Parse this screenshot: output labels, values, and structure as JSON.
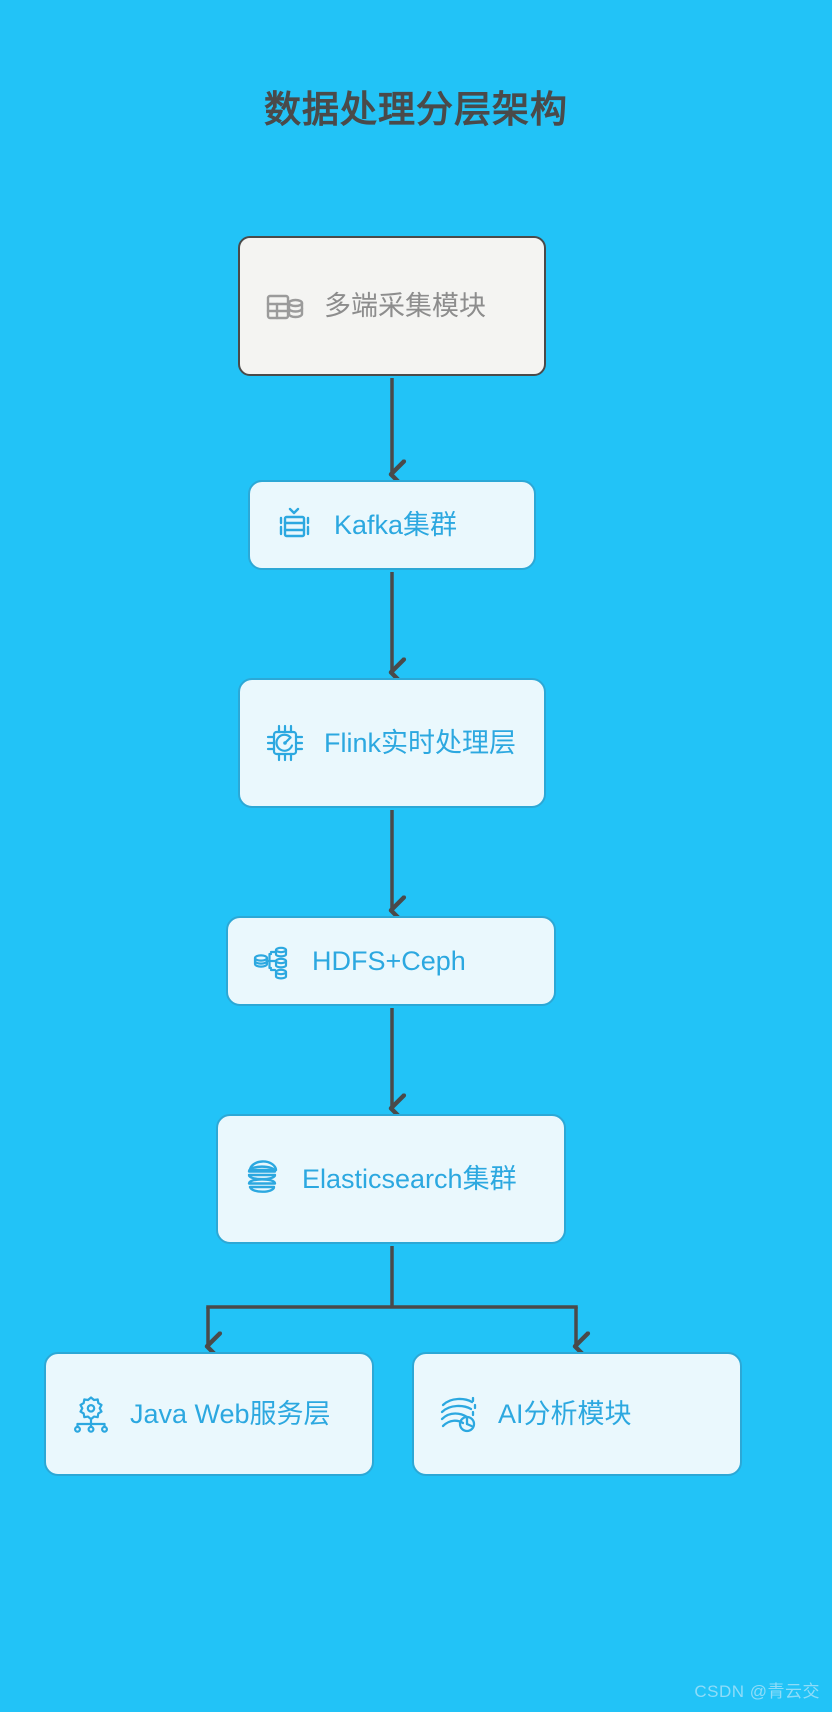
{
  "page": {
    "title": "数据处理分层架构",
    "background_color": "#22c3f7",
    "watermark": "CSDN @青云交"
  },
  "theme": {
    "node_fill": "#eaf8fd",
    "node_border": "#2ca8d6",
    "node_text": "#2ca8e0",
    "source_fill": "#f4f4f2",
    "source_border": "#4a4a4a",
    "source_text": "#8d8d8d",
    "connector": "#4a4a4a",
    "title_color": "#4a4a4a"
  },
  "diagram": {
    "type": "flowchart",
    "direction": "top-to-bottom",
    "nodes": [
      {
        "id": "collect",
        "label": "多端采集模块",
        "icon": "database-table-icon",
        "style": "source"
      },
      {
        "id": "kafka",
        "label": "Kafka集群",
        "icon": "message-queue-icon",
        "style": "default"
      },
      {
        "id": "flink",
        "label": "Flink实时处理层",
        "icon": "cpu-chip-icon",
        "style": "default"
      },
      {
        "id": "storage",
        "label": "HDFS+Ceph",
        "icon": "distributed-storage-icon",
        "style": "default"
      },
      {
        "id": "search",
        "label": "Elasticsearch集群",
        "icon": "layers-stack-icon",
        "style": "default"
      },
      {
        "id": "web",
        "label": "Java Web服务层",
        "icon": "service-gear-icon",
        "style": "default"
      },
      {
        "id": "ai",
        "label": "AI分析模块",
        "icon": "ai-analytics-icon",
        "style": "default"
      }
    ],
    "edges": [
      {
        "from": "collect",
        "to": "kafka",
        "kind": "straight-arrow"
      },
      {
        "from": "kafka",
        "to": "flink",
        "kind": "straight-arrow"
      },
      {
        "from": "flink",
        "to": "storage",
        "kind": "straight-arrow"
      },
      {
        "from": "storage",
        "to": "search",
        "kind": "straight-arrow"
      },
      {
        "from": "search",
        "to": "web",
        "kind": "branch-arrow"
      },
      {
        "from": "search",
        "to": "ai",
        "kind": "branch-arrow"
      }
    ]
  }
}
